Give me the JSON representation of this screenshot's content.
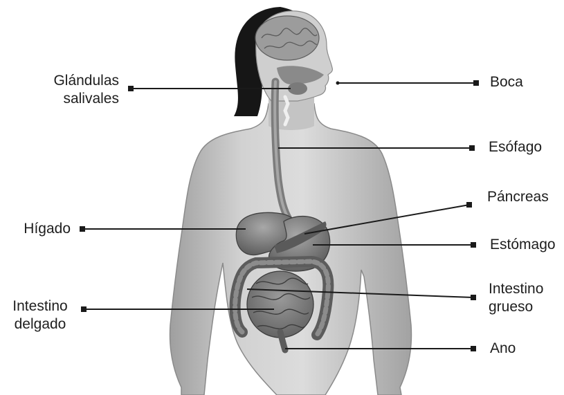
{
  "diagram": {
    "labels": {
      "glandulas": [
        "Glándulas",
        "salivales"
      ],
      "boca": "Boca",
      "esofago": "Esófago",
      "pancreas": "Páncreas",
      "higado": "Hígado",
      "estomago": "Estómago",
      "intestino_delgado": [
        "Intestino",
        "delgado"
      ],
      "intestino_grueso": [
        "Intestino",
        "grueso"
      ],
      "ano": "Ano"
    },
    "colors": {
      "line": "#1a1a1a",
      "skin": "#c8c8c8",
      "hair": "#151515",
      "organs": "#7c7c7c"
    }
  }
}
